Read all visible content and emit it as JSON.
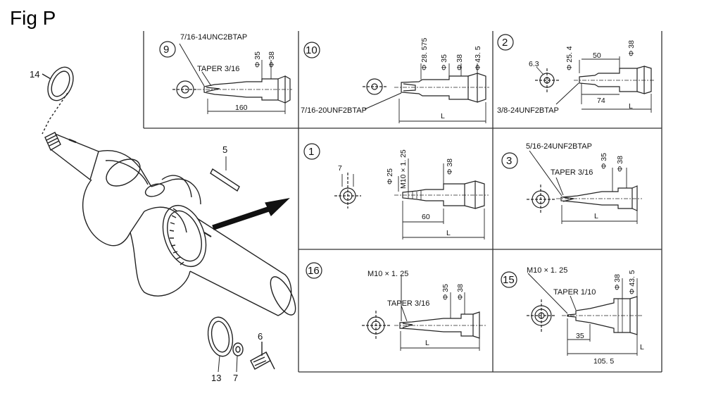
{
  "figure": {
    "title": "Fig P"
  },
  "callouts": {
    "c14": "14",
    "c5": "5",
    "c6": "6",
    "c13": "13",
    "c7": "7"
  },
  "panels": {
    "p9": {
      "num": "9",
      "thread": "7/16-14UNC2BTAP",
      "taper": "TAPER 3/16",
      "d1": "Φ 35",
      "d2": "Φ 38",
      "len": "160"
    },
    "p10": {
      "num": "10",
      "thread": "7/16-20UNF2BTAP",
      "d1": "Φ 28. 575",
      "d2": "Φ 35",
      "d3": "Φ 38",
      "d4": "Φ 43. 5",
      "len": "L"
    },
    "p2": {
      "num": "2",
      "thread": "3/8-24UNF2BTAP",
      "small": "6.3",
      "d1": "Φ 25. 4",
      "d2": "Φ 38",
      "len1": "50",
      "len2": "74",
      "len": "L"
    },
    "p1": {
      "num": "1",
      "small": "7",
      "d1": "Φ 25",
      "d2": "M10 × 1. 25",
      "d3": "Φ 38",
      "len1": "60",
      "len": "L"
    },
    "p3": {
      "num": "3",
      "thread": "5/16-24UNF2BTAP",
      "taper": "TAPER 3/16",
      "d1": "Φ 35",
      "d2": "Φ 38",
      "len": "L"
    },
    "p16": {
      "num": "16",
      "thread": "M10 × 1. 25",
      "taper": "TAPER 3/16",
      "d1": "Φ 35",
      "d2": "Φ 38",
      "len": "L"
    },
    "p15": {
      "num": "15",
      "thread": "M10 × 1. 25",
      "taper": "TAPER 1/10",
      "d1": "Φ 38",
      "d2": "Φ 43. 5",
      "len1": "35",
      "len2": "105. 5",
      "len": "L"
    }
  }
}
